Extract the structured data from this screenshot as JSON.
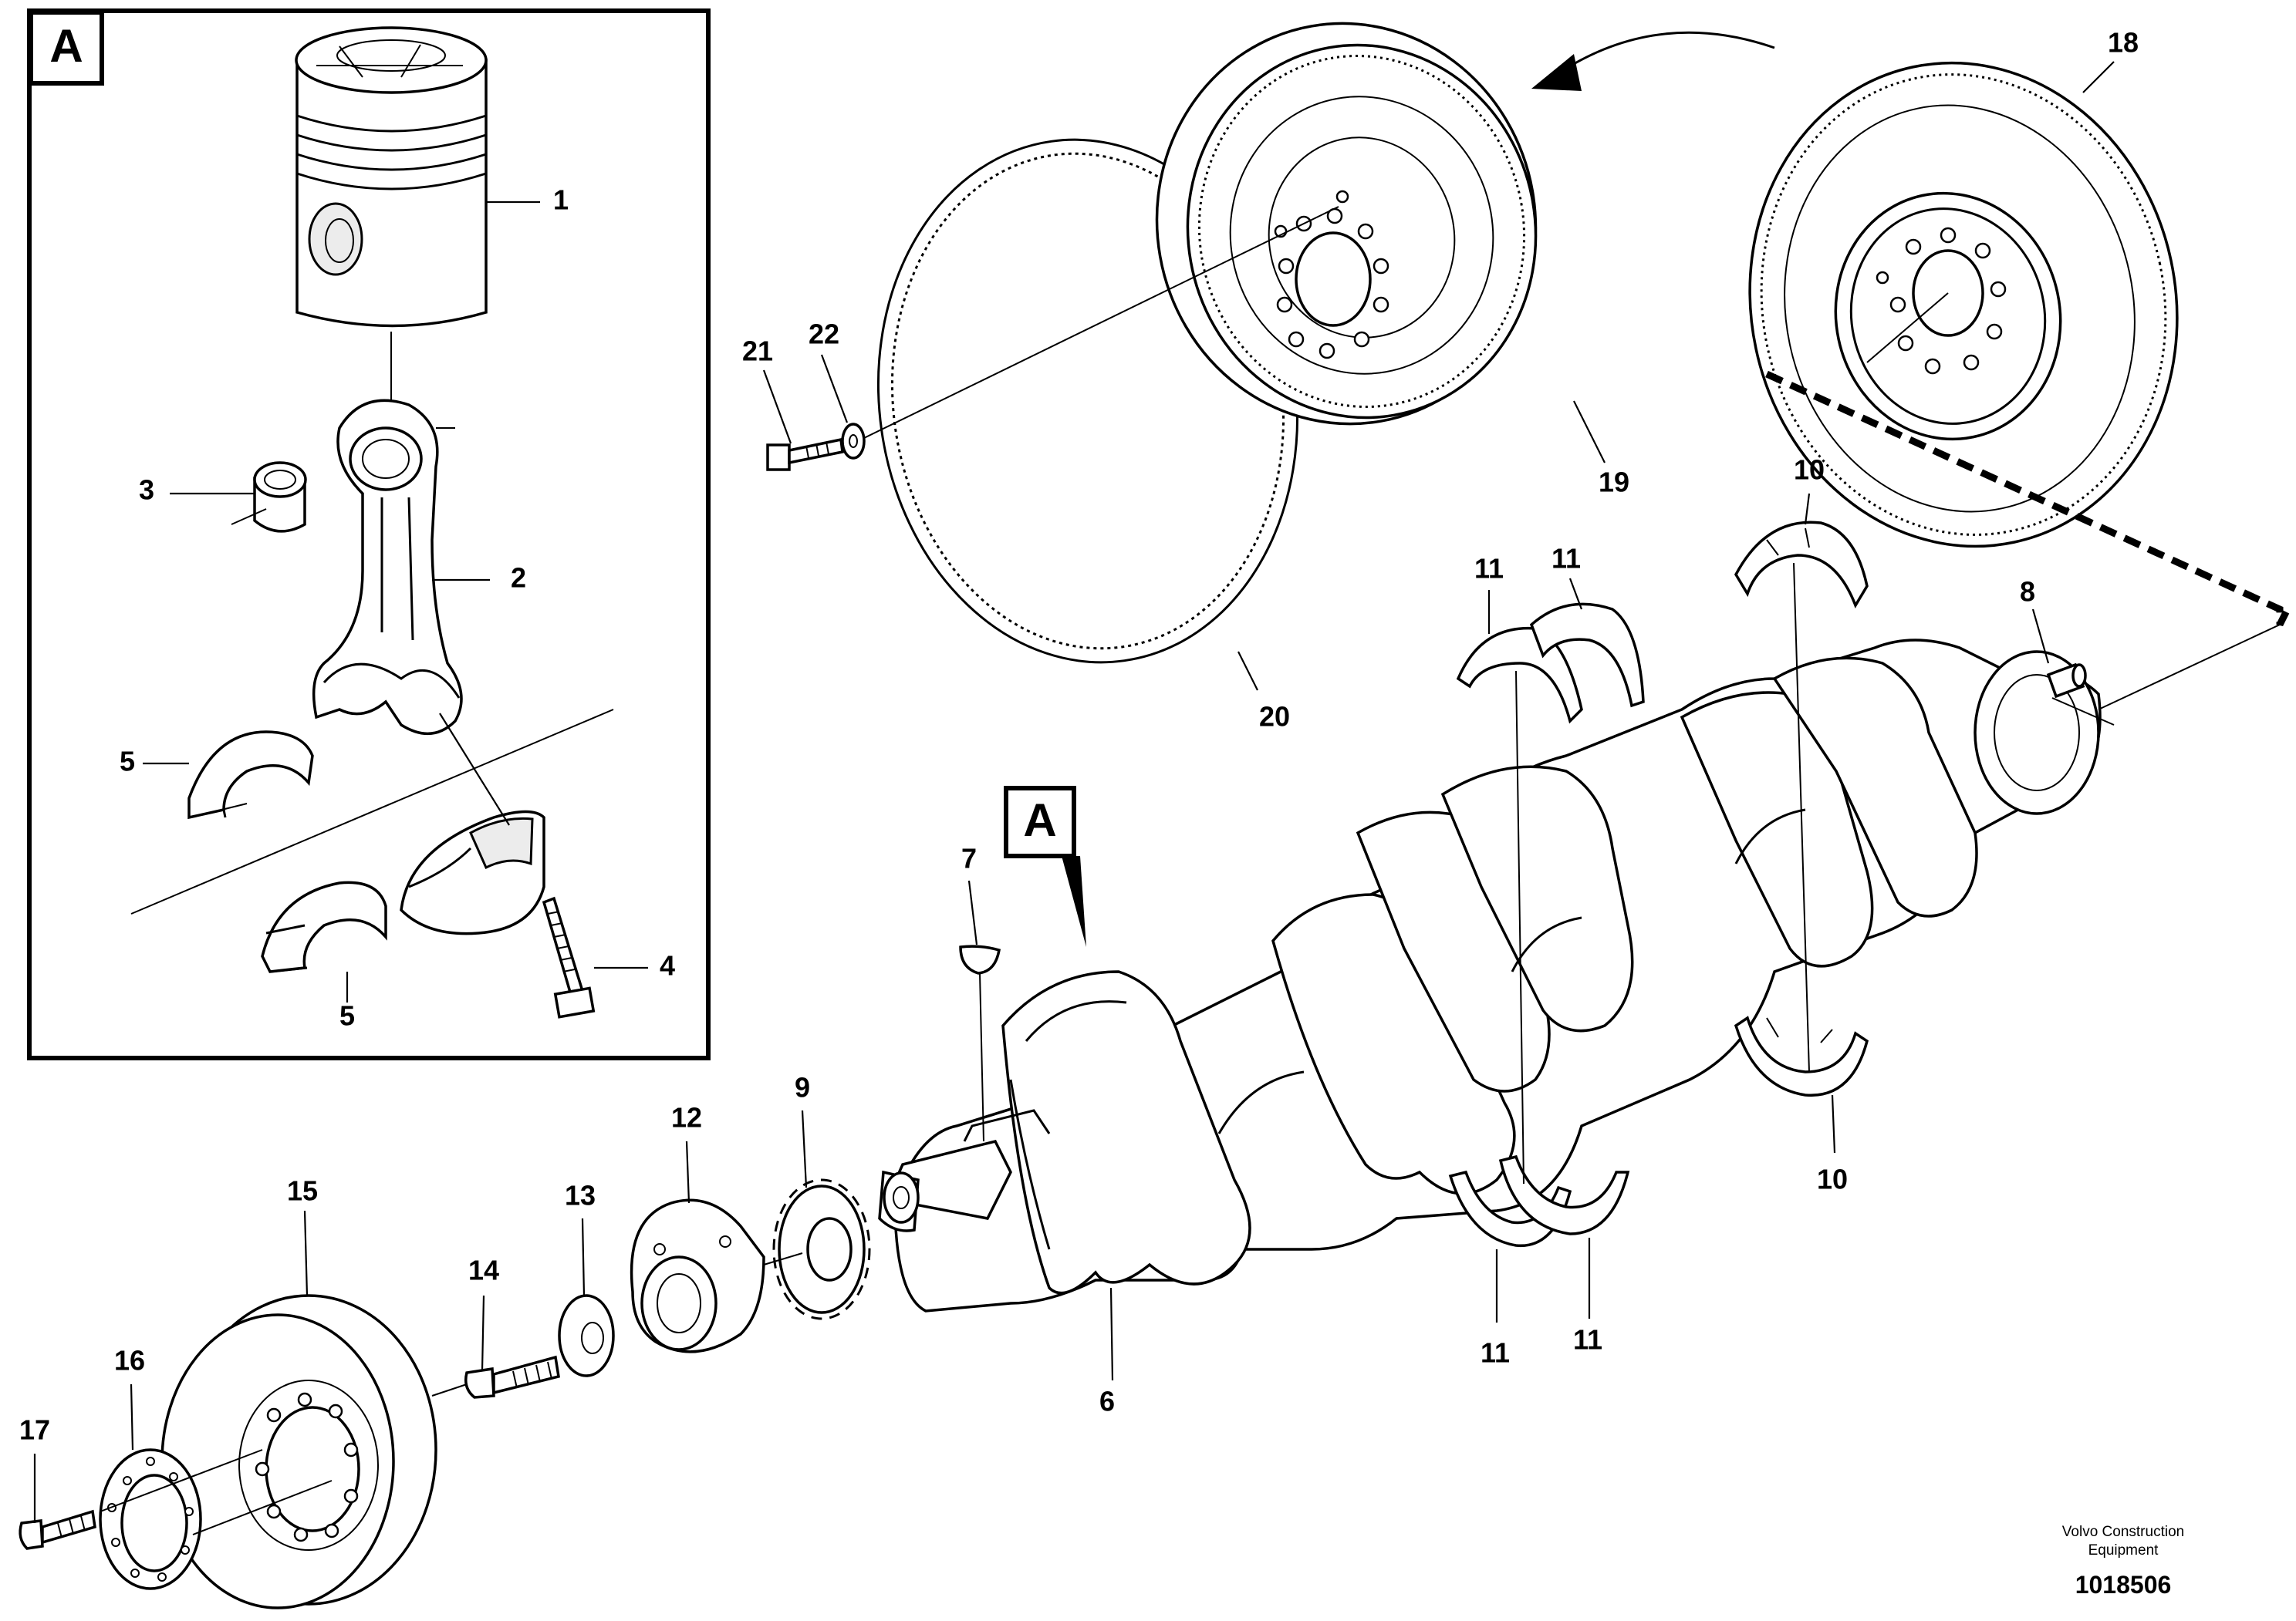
{
  "section": {
    "letter": "A"
  },
  "callout": {
    "letter": "A"
  },
  "labels": {
    "p1": "1",
    "p2": "2",
    "p3": "3",
    "p4": "4",
    "p5a": "5",
    "p5b": "5",
    "p6": "6",
    "p7": "7",
    "p8": "8",
    "p9": "9",
    "p10a": "10",
    "p10b": "10",
    "p11a": "11",
    "p11b": "11",
    "p11c": "11",
    "p11d": "11",
    "p12": "12",
    "p13": "13",
    "p14": "14",
    "p15": "15",
    "p16": "16",
    "p17": "17",
    "p18": "18",
    "p19": "19",
    "p20": "20",
    "p21": "21",
    "p22": "22"
  },
  "footer": {
    "company_line1": "Volvo Construction",
    "company_line2": "Equipment",
    "drawing_number": "1018506"
  }
}
